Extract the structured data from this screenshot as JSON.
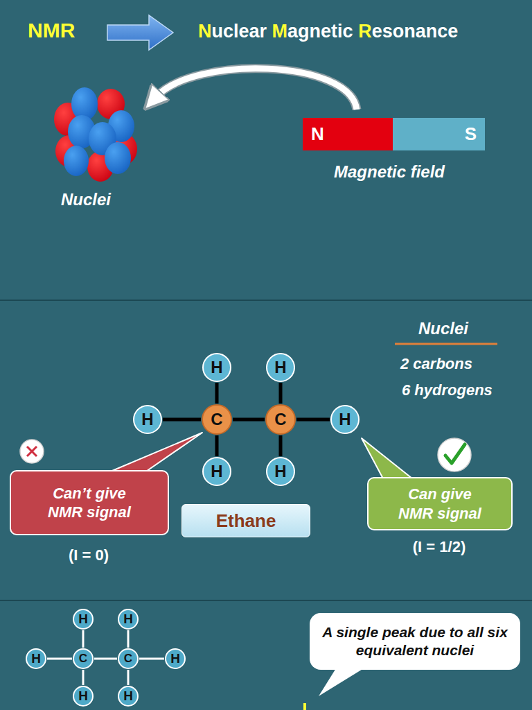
{
  "diagram": {
    "nodes": [
      {
        "text": [
          "N"
        ]
      },
      {
        "text": [
          "S"
        ]
      },
      {
        "text": [
          "H"
        ]
      },
      {
        "text": [
          "H"
        ]
      },
      {
        "text": [
          "H"
        ]
      },
      {
        "text": [
          "C"
        ]
      },
      {
        "text": [
          "C"
        ]
      },
      {
        "text": [
          "H"
        ]
      },
      {
        "text": [
          "H"
        ]
      },
      {
        "text": [
          "H"
        ]
      },
      {
        "text": [
          "Can’t give NMR signal"
        ]
      },
      {
        "text": [
          "Ethane"
        ]
      },
      {
        "text": [
          "Can give NMR signal"
        ]
      },
      {
        "text": [
          "H"
        ]
      },
      {
        "text": [
          "H"
        ]
      },
      {
        "text": [
          "A single peak due to all six equivalent nuclei"
        ]
      },
      {
        "text": [
          "H"
        ]
      },
      {
        "text": [
          "C"
        ]
      },
      {
        "text": [
          "C"
        ]
      },
      {
        "text": [
          "H"
        ]
      },
      {
        "text": [
          "H"
        ]
      },
      {
        "text": [
          "H"
        ]
      }
    ],
    "edges": [
      {
        "from": 5,
        "to": 2,
        "arrow": "none"
      },
      {
        "from": 6,
        "to": 3,
        "arrow": "none"
      },
      {
        "from": 4,
        "to": 5,
        "arrow": "none"
      },
      {
        "from": 5,
        "to": 6,
        "arrow": "none"
      },
      {
        "from": 6,
        "to": 7,
        "arrow": "none"
      },
      {
        "from": 5,
        "to": 8,
        "arrow": "none"
      },
      {
        "from": 6,
        "to": 9,
        "arrow": "none"
      },
      {
        "from": 17,
        "to": 13,
        "arrow": "none"
      },
      {
        "from": 18,
        "to": 14,
        "arrow": "none"
      },
      {
        "from": 16,
        "to": 17,
        "arrow": "none"
      },
      {
        "from": 17,
        "to": 18,
        "arrow": "none"
      },
      {
        "from": 18,
        "to": 19,
        "arrow": "none"
      },
      {
        "from": 17,
        "to": 20,
        "arrow": "none"
      },
      {
        "from": 18,
        "to": 21,
        "arrow": "none"
      }
    ],
    "labels": [
      "NMR",
      "Nuclear Magnetic Resonance",
      "Nuclei",
      "Magnetic field",
      "Nuclei",
      "2 carbons",
      "6 hydrogens",
      "(I = 0)",
      "(I = 1/2)"
    ]
  }
}
